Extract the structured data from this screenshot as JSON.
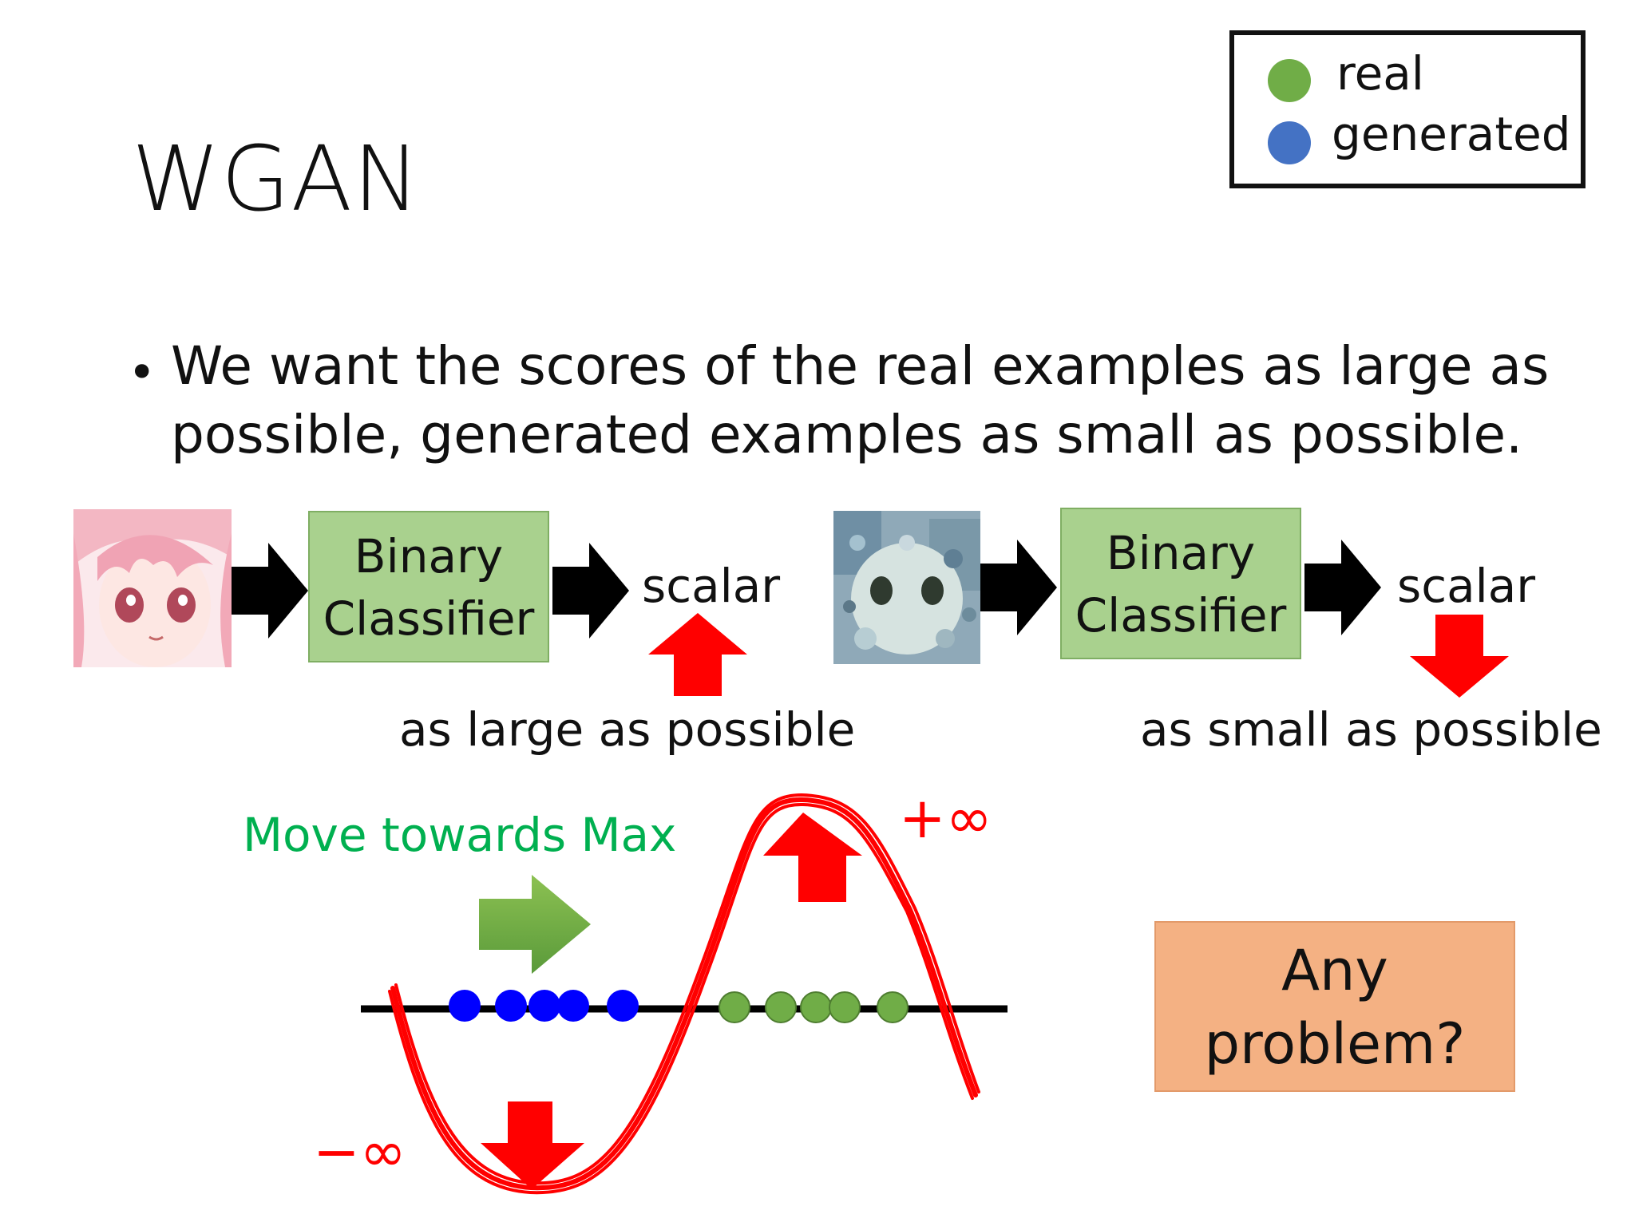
{
  "title": "WGAN",
  "legend": {
    "items": [
      {
        "label": "real",
        "color": "#70ad47"
      },
      {
        "label": "generated",
        "color": "#4472c4"
      }
    ]
  },
  "bullet": {
    "line1": "We want the scores of the real examples as large as",
    "line2": "possible, generated examples as small as possible."
  },
  "left_flow": {
    "classifier_line1": "Binary",
    "classifier_line2": "Classifier",
    "output": "scalar",
    "caption": "as large as possible"
  },
  "right_flow": {
    "classifier_line1": "Binary",
    "classifier_line2": "Classifier",
    "output": "scalar",
    "caption": "as small as possible"
  },
  "curve": {
    "move_label": "Move towards Max",
    "plus_inf": "+∞",
    "minus_inf": "−∞",
    "generated_point_count": 5,
    "real_point_count": 5
  },
  "question_box": {
    "line1": "Any",
    "line2": "problem?"
  },
  "colors": {
    "red": "#ff0000",
    "green_text": "#00b050",
    "classifier_fill": "#a9d18e",
    "question_fill": "#f4b183",
    "generated_dot": "#0000ff",
    "real_dot": "#70ad47"
  }
}
